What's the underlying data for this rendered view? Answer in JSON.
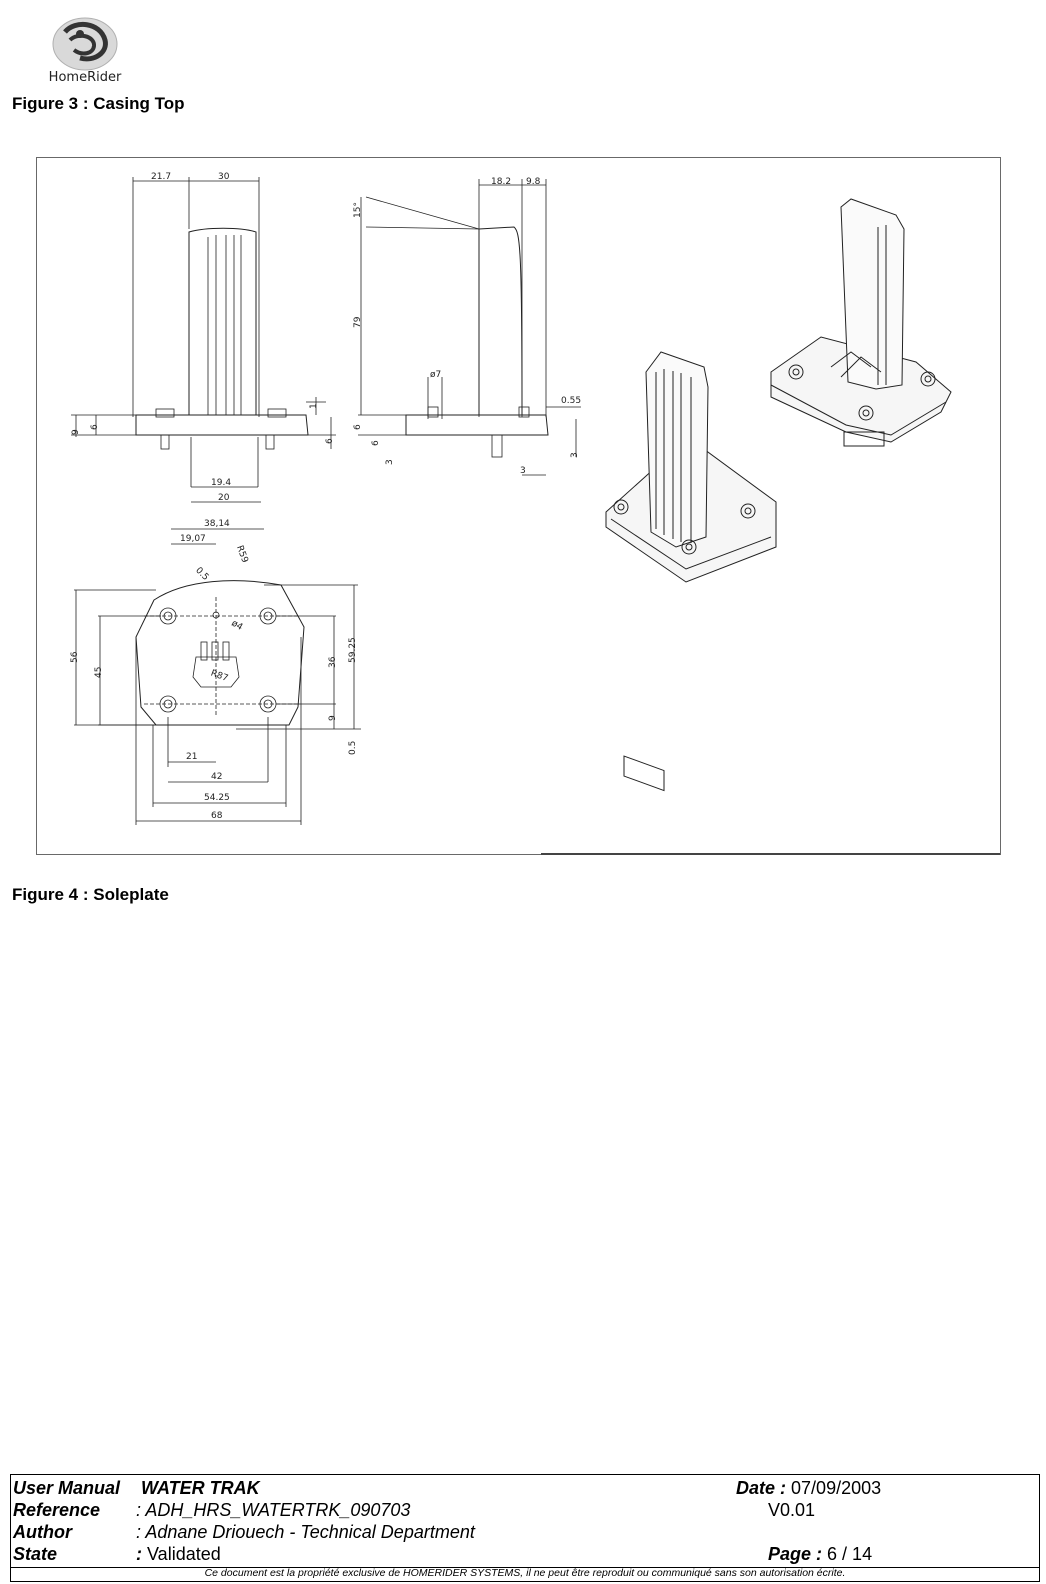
{
  "logo": {
    "brand_text": "HomeRider",
    "icon": "homerider-swirl-logo"
  },
  "figures": [
    {
      "caption": "Figure 3 : Casing Top"
    },
    {
      "caption": "Figure 4 : Soleplate"
    }
  ],
  "drawing": {
    "dimensions": {
      "front": [
        "21.7",
        "30",
        "19.4",
        "20",
        "9",
        "6",
        "1",
        "6"
      ],
      "side": [
        "18.2",
        "9.8",
        "15°",
        "79",
        "ø7",
        "0.55",
        "6",
        "6",
        "3",
        "3",
        "3"
      ],
      "bottom": [
        "38,14",
        "19,07",
        "R59",
        "0.5",
        "ø4",
        "R87",
        "56",
        "45",
        "36",
        "59.25",
        "9",
        "0.5",
        "21",
        "42",
        "54.25",
        "68"
      ]
    }
  },
  "footer": {
    "row1": {
      "label": "User Manual",
      "value": "WATER TRAK",
      "right_label": "Date :",
      "right_value": "07/09/2003"
    },
    "row2": {
      "label": "Reference",
      "value": ": ADH_HRS_WATERTRK_090703",
      "version": "V0.01"
    },
    "row3": {
      "label": "Author",
      "value": ": Adnane Driouech - Technical Department"
    },
    "row4": {
      "label": "State",
      "colon": ":",
      "value": "Validated",
      "right_label": "Page :",
      "right_value": "6 / 14"
    },
    "notice": "Ce document est la propriété exclusive  de HOMERIDER SYSTEMS, il ne peut être reproduit ou communiqué sans son autorisation écrite."
  }
}
